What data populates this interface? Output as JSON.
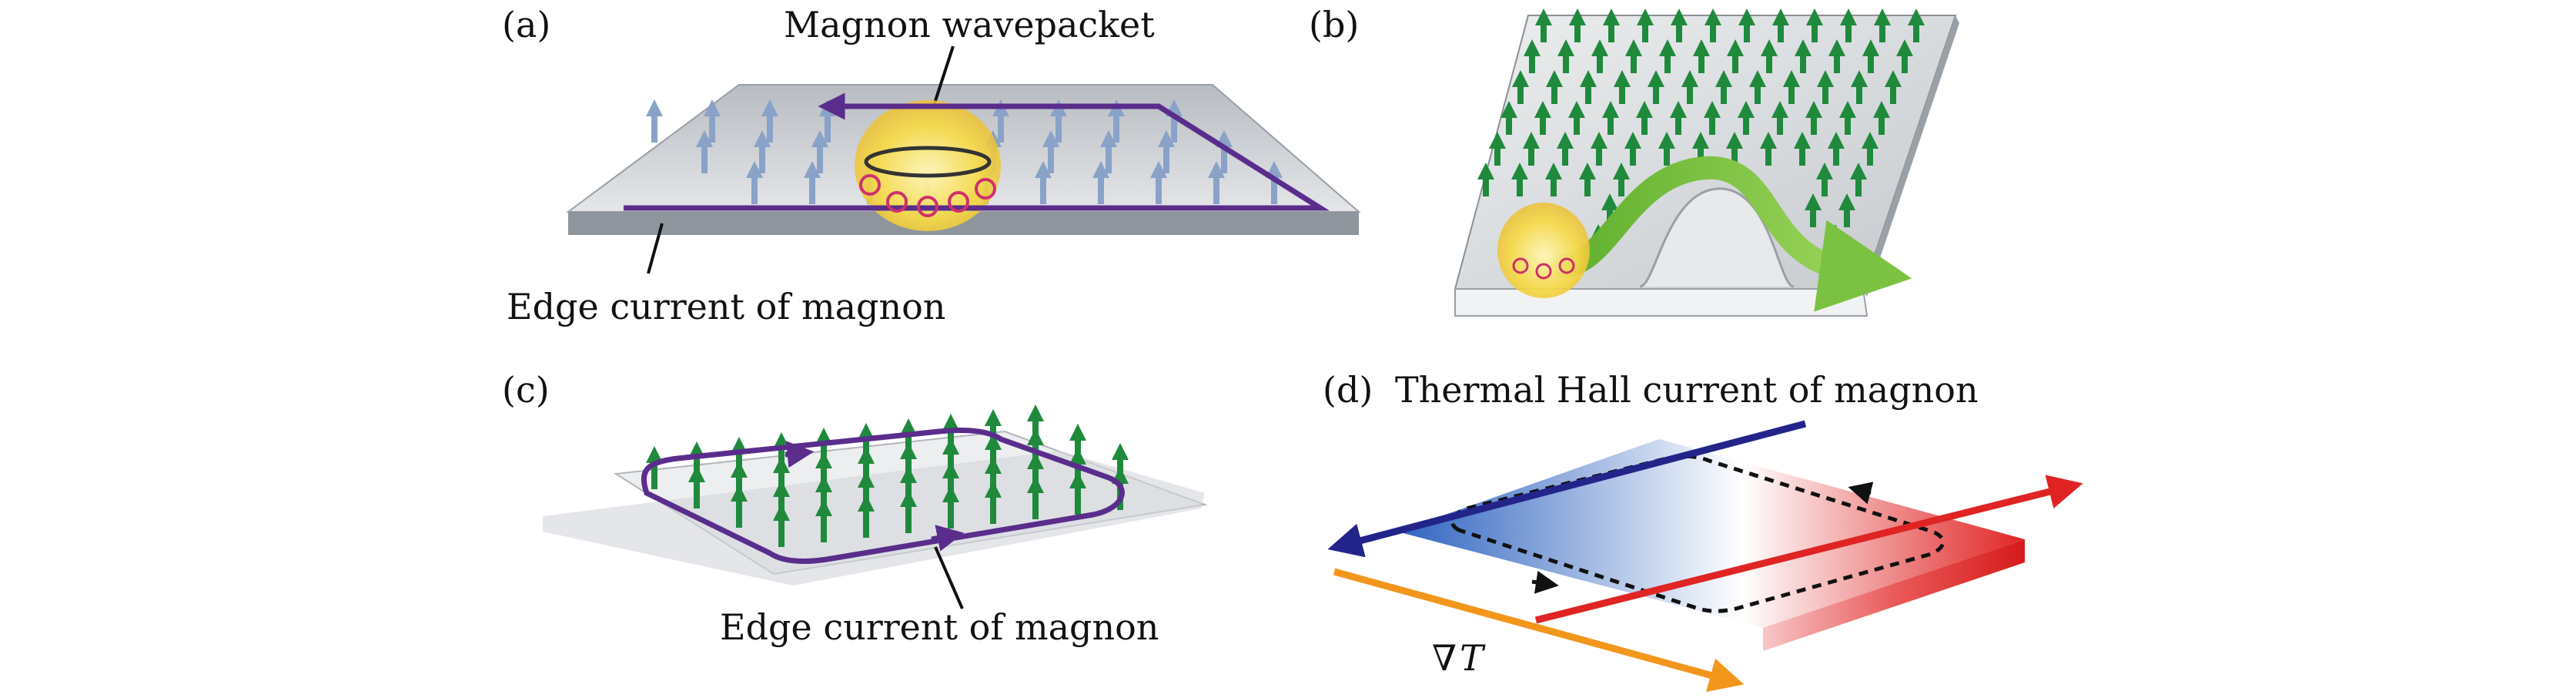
{
  "panels": [
    {
      "id": "a",
      "tag": "(a)",
      "top_label": "Magnon wavepacket",
      "bottom_label": "Edge current of magnon"
    },
    {
      "id": "b",
      "tag": "(b)"
    },
    {
      "id": "c",
      "tag": "(c)",
      "bottom_label": "Edge current of magnon"
    },
    {
      "id": "d",
      "tag": "(d)",
      "title": "Thermal Hall current of magnon",
      "gradient_symbol": "∇",
      "gradient_var": "T"
    }
  ],
  "colors": {
    "spin_arrow_green": "#1f8a3c",
    "spin_arrow_blue": "#8aa2c8",
    "edge_current_purple": "#5a2d8c",
    "wavepacket_yellow": "#f5d949",
    "path_green": "#7cc242",
    "cold_blue": "#2f63c0",
    "hot_red": "#e02424",
    "arrow_navy": "#23248a",
    "arrow_orange": "#f2961c",
    "plate_grey": "#c9ccd0"
  },
  "icons": [
    "spin-arrow-icon",
    "edge-current-arrow-icon",
    "wavepacket-icon",
    "thermal-gradient-arrow-icon"
  ]
}
